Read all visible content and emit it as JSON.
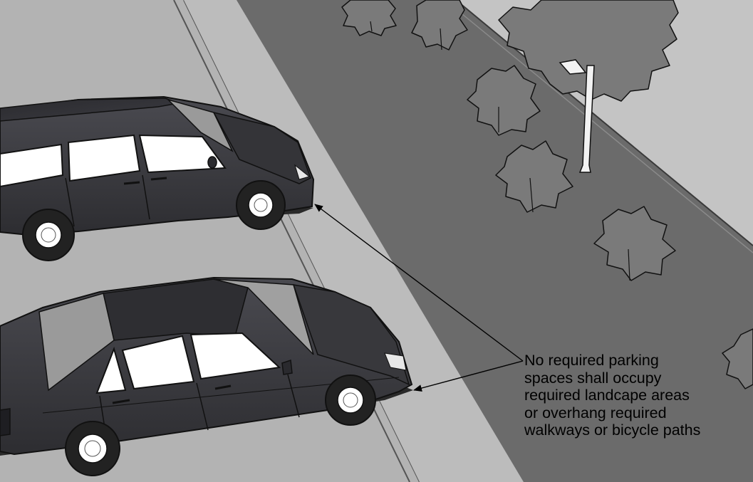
{
  "annotation": {
    "lines": [
      "No required parking",
      "spaces shall occupy",
      "required landcape areas",
      "or overhang required",
      "walkways or bicycle paths"
    ]
  },
  "colors": {
    "pavement": "#b3b3b3",
    "landscape_strip": "#6b6b6b",
    "walkway": "#bdbdbd",
    "car_body": "#3b3b3f",
    "tree_canopy": "#7a7a7a",
    "arrow": "#000000"
  },
  "scene_elements": {
    "cars": [
      "station-wagon",
      "sedan"
    ],
    "trees": [
      "tree",
      "tree",
      "tree",
      "tree",
      "tree",
      "tree",
      "tree"
    ],
    "leader_arrows": 2
  }
}
